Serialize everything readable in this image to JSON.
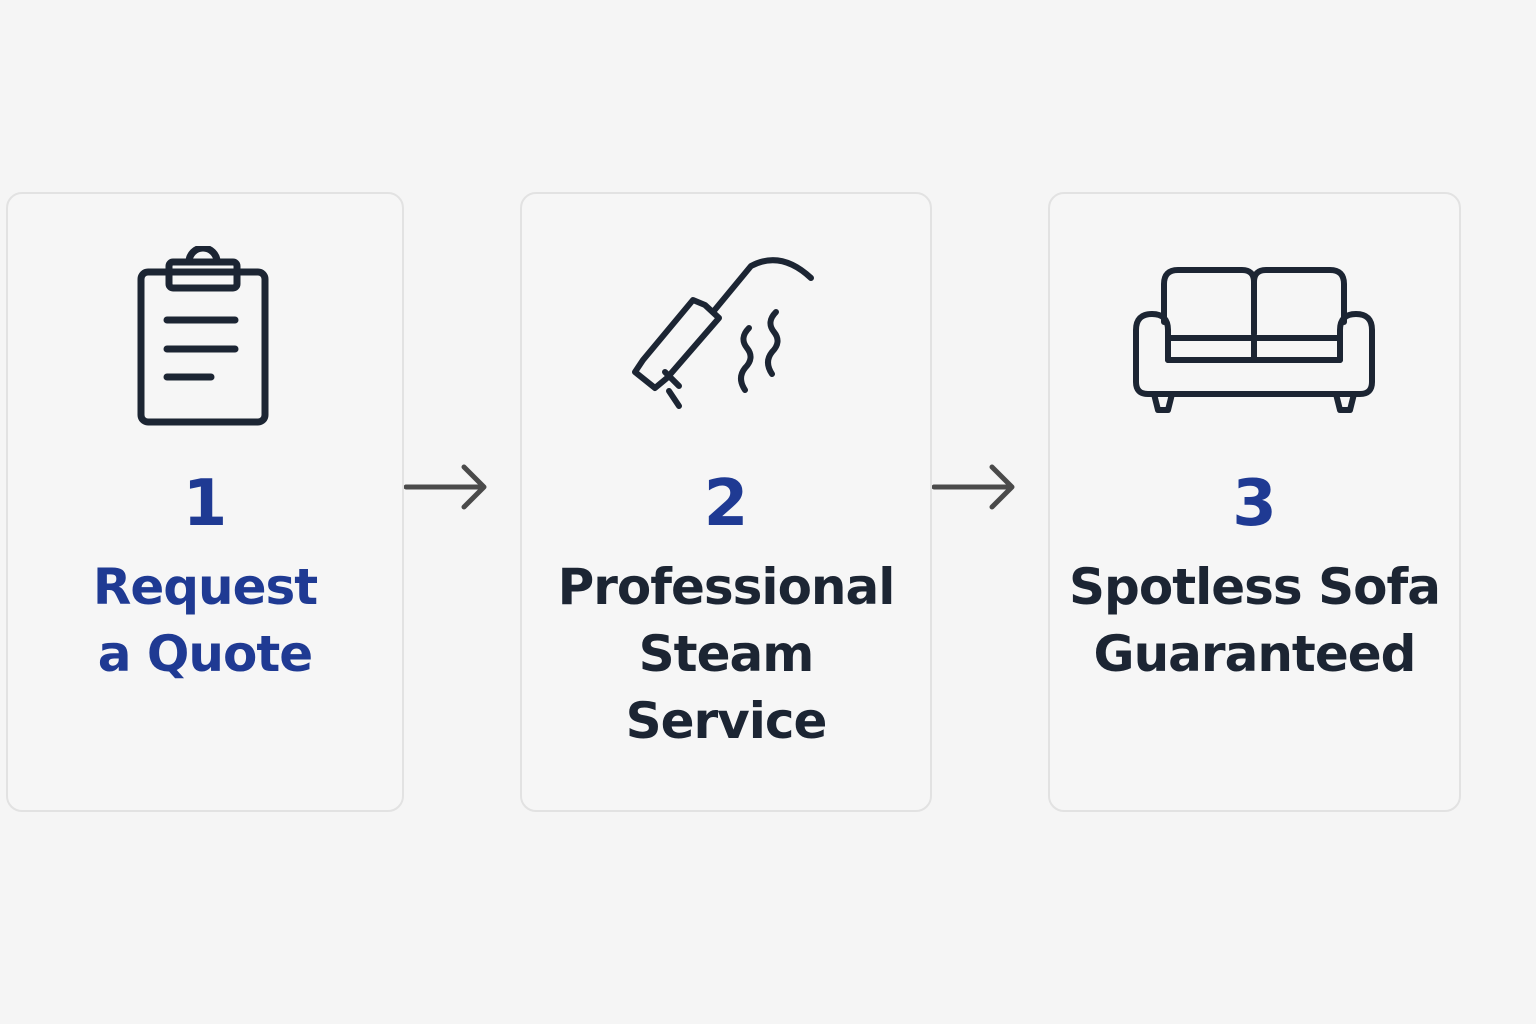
{
  "colors": {
    "accent": "#1f3a93",
    "text_dark": "#1c2533",
    "icon_stroke": "#1c2533",
    "arrow": "#4a4a4a"
  },
  "steps": [
    {
      "number": "1",
      "icon": "clipboard-icon",
      "label_lines": [
        "Request",
        "a Quote"
      ]
    },
    {
      "number": "2",
      "icon": "steam-wand-icon",
      "label_lines": [
        "Professional",
        "Steam",
        "Service"
      ]
    },
    {
      "number": "3",
      "icon": "sofa-icon",
      "label_lines": [
        "Spotless Sofa",
        "Guaranteed"
      ]
    }
  ]
}
